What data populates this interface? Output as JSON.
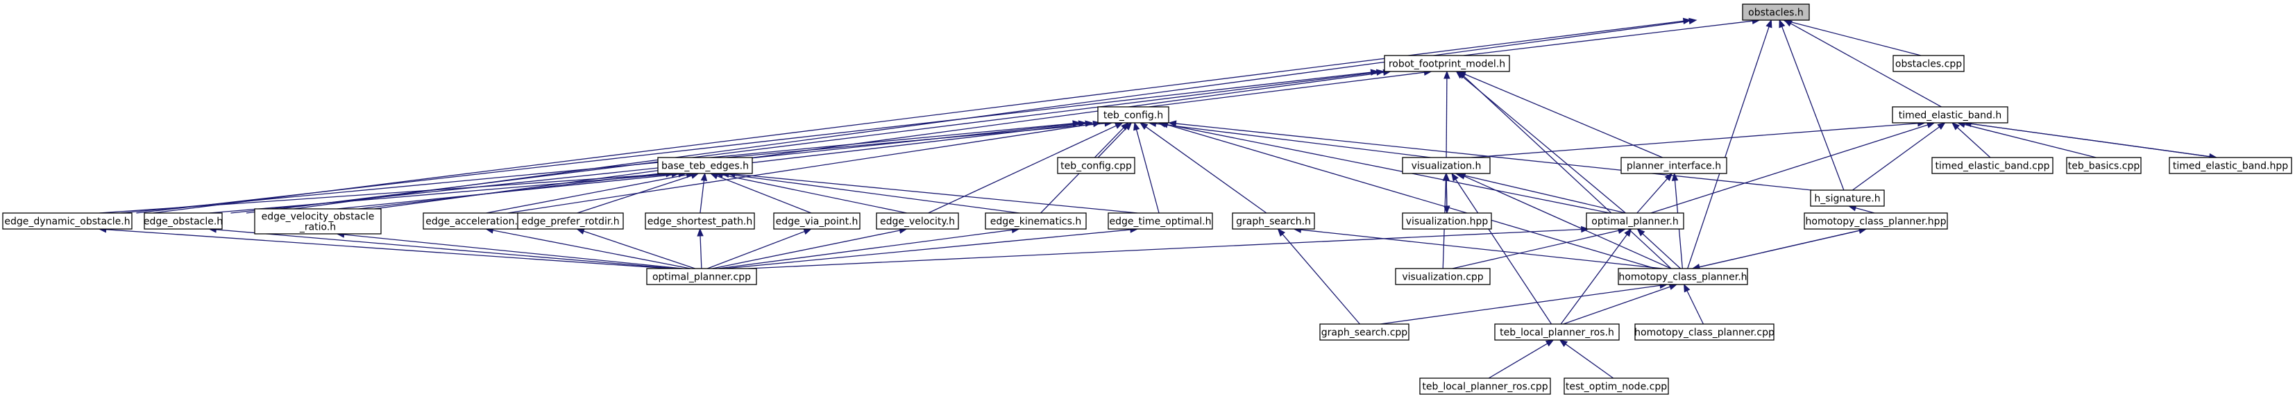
{
  "diagram": {
    "title": "",
    "nodes": {
      "obstacles_h": {
        "label": [
          "obstacles.h"
        ],
        "highlighted": true
      },
      "obstacles_cpp": {
        "label": [
          "obstacles.cpp"
        ]
      },
      "robot_footprint_model_h": {
        "label": [
          "robot_footprint_model.h"
        ]
      },
      "timed_elastic_band_h": {
        "label": [
          "timed_elastic_band.h"
        ]
      },
      "teb_config_h": {
        "label": [
          "teb_config.h"
        ]
      },
      "teb_config_cpp": {
        "label": [
          "teb_config.cpp"
        ]
      },
      "visualization_h": {
        "label": [
          "visualization.h"
        ]
      },
      "planner_interface_h": {
        "label": [
          "planner_interface.h"
        ]
      },
      "h_signature_h": {
        "label": [
          "h_signature.h"
        ]
      },
      "timed_elastic_band_cpp": {
        "label": [
          "timed_elastic_band.cpp"
        ]
      },
      "teb_basics_cpp": {
        "label": [
          "teb_basics.cpp"
        ]
      },
      "timed_elastic_band_hpp": {
        "label": [
          "timed_elastic_band.hpp"
        ]
      },
      "base_teb_edges_h": {
        "label": [
          "base_teb_edges.h"
        ]
      },
      "edge_dynamic_obstacle_h": {
        "label": [
          "edge_dynamic_obstacle.h"
        ]
      },
      "edge_obstacle_h": {
        "label": [
          "edge_obstacle.h"
        ]
      },
      "edge_velocity_obstacle_ratio_h": {
        "label": [
          "edge_velocity_obstacle",
          "_ratio.h"
        ]
      },
      "edge_acceleration_h": {
        "label": [
          "edge_acceleration.h"
        ]
      },
      "edge_prefer_rotdir_h": {
        "label": [
          "edge_prefer_rotdir.h"
        ]
      },
      "edge_shortest_path_h": {
        "label": [
          "edge_shortest_path.h"
        ]
      },
      "edge_via_point_h": {
        "label": [
          "edge_via_point.h"
        ]
      },
      "edge_velocity_h": {
        "label": [
          "edge_velocity.h"
        ]
      },
      "edge_kinematics_h": {
        "label": [
          "edge_kinematics.h"
        ]
      },
      "edge_time_optimal_h": {
        "label": [
          "edge_time_optimal.h"
        ]
      },
      "graph_search_h": {
        "label": [
          "graph_search.h"
        ]
      },
      "visualization_hpp": {
        "label": [
          "visualization.hpp"
        ]
      },
      "optimal_planner_h": {
        "label": [
          "optimal_planner.h"
        ]
      },
      "homotopy_class_planner_hpp": {
        "label": [
          "homotopy_class_planner.hpp"
        ]
      },
      "optimal_planner_cpp": {
        "label": [
          "optimal_planner.cpp"
        ]
      },
      "visualization_cpp": {
        "label": [
          "visualization.cpp"
        ]
      },
      "homotopy_class_planner_h": {
        "label": [
          "homotopy_class_planner.h"
        ]
      },
      "graph_search_cpp": {
        "label": [
          "graph_search.cpp"
        ]
      },
      "teb_local_planner_ros_h": {
        "label": [
          "teb_local_planner_ros.h"
        ]
      },
      "homotopy_class_planner_cpp": {
        "label": [
          "homotopy_class_planner.cpp"
        ]
      },
      "teb_local_planner_ros_cpp": {
        "label": [
          "teb_local_planner_ros.cpp"
        ]
      },
      "test_optim_node_cpp": {
        "label": [
          "test_optim_node.cpp"
        ]
      }
    },
    "edges": [
      [
        "obstacles_cpp",
        "obstacles_h"
      ],
      [
        "robot_footprint_model_h",
        "obstacles_h"
      ],
      [
        "timed_elastic_band_h",
        "obstacles_h"
      ],
      [
        "h_signature_h",
        "obstacles_h"
      ],
      [
        "homotopy_class_planner_h",
        "obstacles_h"
      ],
      [
        "edge_dynamic_obstacle_h",
        "obstacles_h"
      ],
      [
        "edge_obstacle_h",
        "obstacles_h"
      ],
      [
        "teb_config_h",
        "robot_footprint_model_h"
      ],
      [
        "visualization_h",
        "robot_footprint_model_h"
      ],
      [
        "optimal_planner_h",
        "robot_footprint_model_h"
      ],
      [
        "planner_interface_h",
        "robot_footprint_model_h"
      ],
      [
        "homotopy_class_planner_h",
        "robot_footprint_model_h"
      ],
      [
        "edge_dynamic_obstacle_h",
        "robot_footprint_model_h"
      ],
      [
        "edge_obstacle_h",
        "robot_footprint_model_h"
      ],
      [
        "edge_velocity_obstacle_ratio_h",
        "robot_footprint_model_h"
      ],
      [
        "visualization_h",
        "timed_elastic_band_h"
      ],
      [
        "h_signature_h",
        "timed_elastic_band_h"
      ],
      [
        "timed_elastic_band_cpp",
        "timed_elastic_band_h"
      ],
      [
        "teb_basics_cpp",
        "timed_elastic_band_h"
      ],
      [
        "timed_elastic_band_hpp",
        "timed_elastic_band_h"
      ],
      [
        "optimal_planner_h",
        "timed_elastic_band_h"
      ],
      [
        "timed_elastic_band_h",
        "timed_elastic_band_hpp"
      ],
      [
        "teb_config_cpp",
        "teb_config_h"
      ],
      [
        "base_teb_edges_h",
        "teb_config_h"
      ],
      [
        "visualization_h",
        "teb_config_h"
      ],
      [
        "h_signature_h",
        "teb_config_h"
      ],
      [
        "optimal_planner_h",
        "teb_config_h"
      ],
      [
        "homotopy_class_planner_h",
        "teb_config_h"
      ],
      [
        "graph_search_h",
        "teb_config_h"
      ],
      [
        "edge_time_optimal_h",
        "teb_config_h"
      ],
      [
        "edge_kinematics_h",
        "teb_config_h"
      ],
      [
        "edge_velocity_h",
        "teb_config_h"
      ],
      [
        "edge_acceleration_h",
        "teb_config_h"
      ],
      [
        "edge_velocity_obstacle_ratio_h",
        "teb_config_h"
      ],
      [
        "edge_obstacle_h",
        "teb_config_h"
      ],
      [
        "edge_dynamic_obstacle_h",
        "teb_config_h"
      ],
      [
        "edge_dynamic_obstacle_h",
        "base_teb_edges_h"
      ],
      [
        "edge_obstacle_h",
        "base_teb_edges_h"
      ],
      [
        "edge_velocity_obstacle_ratio_h",
        "base_teb_edges_h"
      ],
      [
        "edge_acceleration_h",
        "base_teb_edges_h"
      ],
      [
        "edge_prefer_rotdir_h",
        "base_teb_edges_h"
      ],
      [
        "edge_shortest_path_h",
        "base_teb_edges_h"
      ],
      [
        "edge_via_point_h",
        "base_teb_edges_h"
      ],
      [
        "edge_velocity_h",
        "base_teb_edges_h"
      ],
      [
        "edge_kinematics_h",
        "base_teb_edges_h"
      ],
      [
        "edge_time_optimal_h",
        "base_teb_edges_h"
      ],
      [
        "optimal_planner_cpp",
        "edge_dynamic_obstacle_h"
      ],
      [
        "optimal_planner_cpp",
        "edge_obstacle_h"
      ],
      [
        "optimal_planner_cpp",
        "edge_velocity_obstacle_ratio_h"
      ],
      [
        "optimal_planner_cpp",
        "edge_acceleration_h"
      ],
      [
        "optimal_planner_cpp",
        "edge_prefer_rotdir_h"
      ],
      [
        "optimal_planner_cpp",
        "edge_shortest_path_h"
      ],
      [
        "optimal_planner_cpp",
        "edge_via_point_h"
      ],
      [
        "optimal_planner_cpp",
        "edge_velocity_h"
      ],
      [
        "optimal_planner_cpp",
        "edge_kinematics_h"
      ],
      [
        "optimal_planner_cpp",
        "edge_time_optimal_h"
      ],
      [
        "optimal_planner_cpp",
        "optimal_planner_h"
      ],
      [
        "optimal_planner_h",
        "planner_interface_h"
      ],
      [
        "homotopy_class_planner_h",
        "planner_interface_h"
      ],
      [
        "optimal_planner_h",
        "visualization_h"
      ],
      [
        "homotopy_class_planner_h",
        "visualization_h"
      ],
      [
        "visualization_hpp",
        "visualization_h"
      ],
      [
        "visualization_cpp",
        "visualization_h"
      ],
      [
        "teb_local_planner_ros_h",
        "visualization_h"
      ],
      [
        "visualization_h",
        "visualization_hpp"
      ],
      [
        "homotopy_class_planner_h",
        "graph_search_h"
      ],
      [
        "graph_search_cpp",
        "graph_search_h"
      ],
      [
        "homotopy_class_planner_hpp",
        "h_signature_h"
      ],
      [
        "homotopy_class_planner_h",
        "homotopy_class_planner_hpp"
      ],
      [
        "homotopy_class_planner_hpp",
        "homotopy_class_planner_h"
      ],
      [
        "homotopy_class_planner_h",
        "optimal_planner_h"
      ],
      [
        "visualization_cpp",
        "optimal_planner_h"
      ],
      [
        "teb_local_planner_ros_h",
        "optimal_planner_h"
      ],
      [
        "graph_search_cpp",
        "homotopy_class_planner_h"
      ],
      [
        "teb_local_planner_ros_h",
        "homotopy_class_planner_h"
      ],
      [
        "homotopy_class_planner_cpp",
        "homotopy_class_planner_h"
      ],
      [
        "teb_local_planner_ros_cpp",
        "teb_local_planner_ros_h"
      ],
      [
        "test_optim_node_cpp",
        "teb_local_planner_ros_h"
      ]
    ]
  }
}
